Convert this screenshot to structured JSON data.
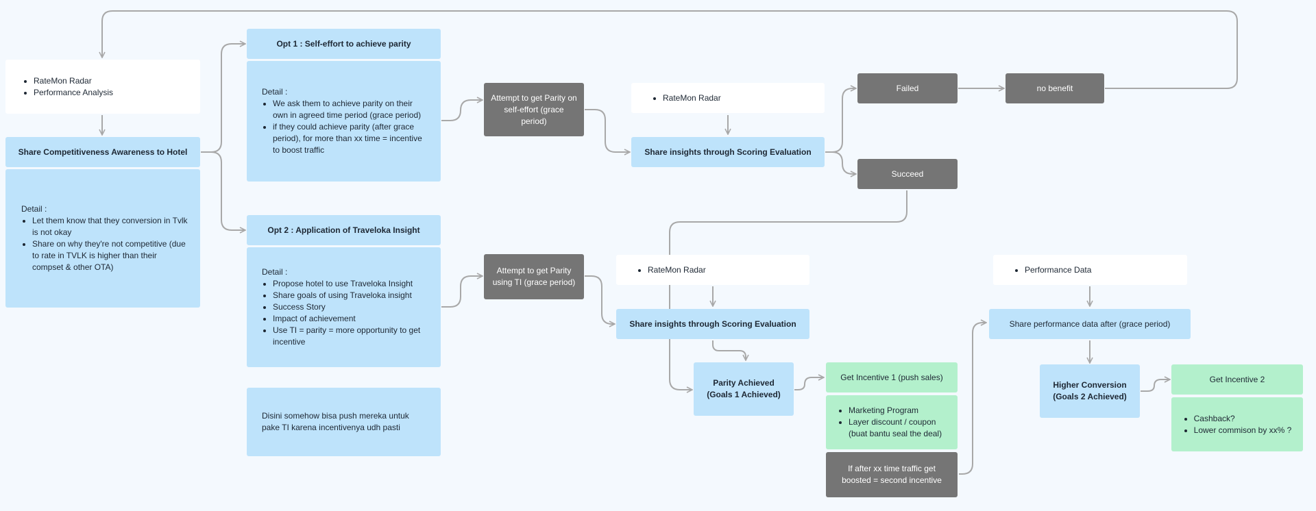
{
  "nodes": {
    "ratemon_radar_top": {
      "items": [
        "RateMon Radar",
        "Performance Analysis"
      ]
    },
    "share_competitiveness": {
      "label": "Share Competitiveness Awareness to Hotel"
    },
    "competitiveness_detail": {
      "heading": "Detail :",
      "items": [
        "Let them know that they conversion in Tvlk is not okay",
        "Share on why they're not competitive (due to rate in TVLK is higher than their compset & other OTA)"
      ]
    },
    "opt1": {
      "label": "Opt 1 : Self-effort to achieve parity"
    },
    "opt1_detail": {
      "heading": "Detail :",
      "items": [
        "We ask them to achieve parity on their own in agreed time period (grace period)",
        "if they could achieve parity (after grace period), for more than xx time = incentive to boost traffic"
      ]
    },
    "opt2": {
      "label": "Opt 2 : Application of Traveloka Insight"
    },
    "opt2_detail": {
      "heading": "Detail :",
      "items": [
        "Propose hotel to use Traveloka Insight",
        "Share goals of using Traveloka insight",
        "Success Story",
        "Impact of achievement",
        "Use TI = parity = more opportunity to get incentive"
      ]
    },
    "note": {
      "text": "Disini somehow bisa push mereka untuk pake TI karena incentivenya udh pasti"
    },
    "attempt_self": {
      "label": "Attempt to get Parity on self-effort (grace period)"
    },
    "attempt_ti": {
      "label": "Attempt to get Parity using TI (grace period)"
    },
    "ratemon_radar_2": {
      "items": [
        "RateMon Radar"
      ]
    },
    "scoring_1": {
      "label": "Share insights through Scoring Evaluation"
    },
    "ratemon_radar_3": {
      "items": [
        "RateMon Radar"
      ]
    },
    "scoring_2": {
      "label": "Share insights through Scoring Evaluation"
    },
    "failed": {
      "label": "Failed"
    },
    "no_benefit": {
      "label": "no benefit"
    },
    "succeed": {
      "label": "Succeed"
    },
    "parity_achieved": {
      "line1": "Parity Achieved",
      "line2": "(Goals 1 Achieved)"
    },
    "incentive1": {
      "label": "Get Incentive 1 (push sales)"
    },
    "incentive1_detail": {
      "items": [
        "Marketing Program",
        "Layer discount / coupon (buat bantu seal the deal)"
      ]
    },
    "second_incentive": {
      "label": "If after xx time traffic get boosted = second incentive"
    },
    "performance_data": {
      "items": [
        "Performance Data"
      ]
    },
    "share_performance": {
      "label": "Share performance data after (grace period)"
    },
    "higher_conversion": {
      "line1": "Higher Conversion",
      "line2": "(Goals 2 Achieved)"
    },
    "incentive2": {
      "label": "Get Incentive 2"
    },
    "incentive2_detail": {
      "items": [
        "Cashback?",
        "Lower commison by xx% ?"
      ]
    }
  },
  "colors": {
    "background": "#f4f9fe",
    "process_blue": "#bee3fb",
    "incentive_green": "#b3f0cc",
    "attempt_gray": "#757575",
    "note_white": "#ffffff",
    "connector": "#a8a8a8"
  }
}
